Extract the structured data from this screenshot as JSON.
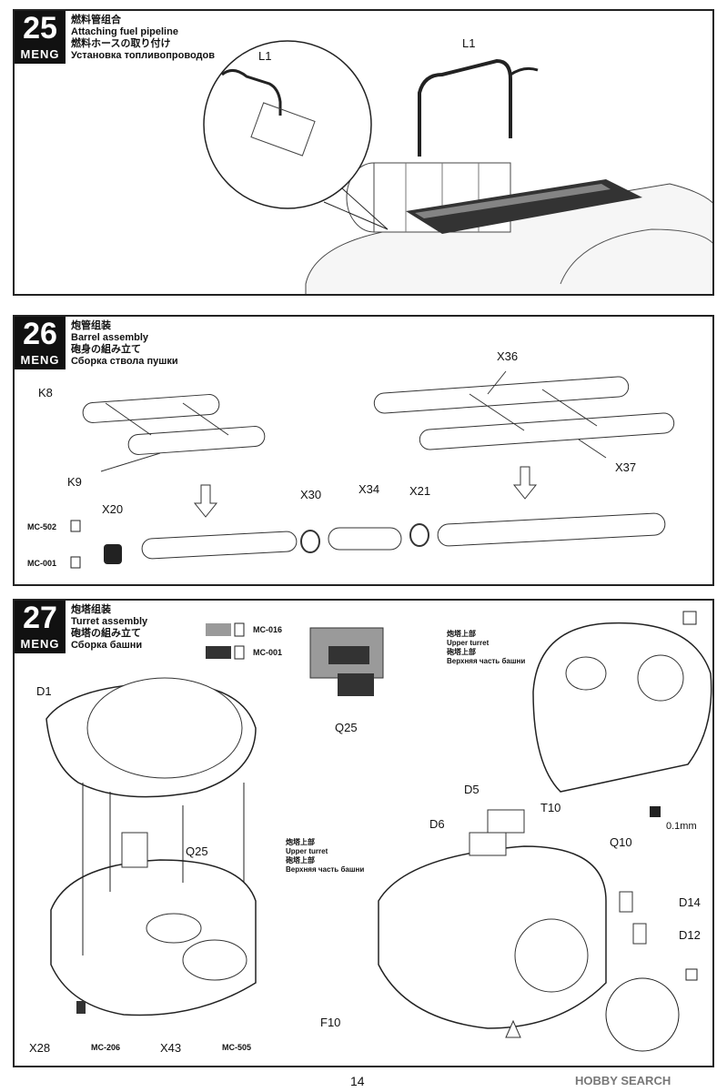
{
  "steps": [
    {
      "number": "25",
      "brand": "MENG",
      "title_cn": "燃料管组合",
      "title_en": "Attaching fuel pipeline",
      "title_jp": "燃料ホースの取り付け",
      "title_ru": "Установка топливопроводов"
    },
    {
      "number": "26",
      "brand": "MENG",
      "title_cn": "炮管组装",
      "title_en": "Barrel assembly",
      "title_jp": "砲身の組み立て",
      "title_ru": "Сборка ствола пушки"
    },
    {
      "number": "27",
      "brand": "MENG",
      "title_cn": "炮塔组装",
      "title_en": "Turret assembly",
      "title_jp": "砲塔の組み立て",
      "title_ru": "Сборка башни"
    }
  ],
  "parts": {
    "l1": "L1",
    "k8": "K8",
    "k9": "K9",
    "x36": "X36",
    "x37": "X37",
    "x20": "X20",
    "x30": "X30",
    "x34": "X34",
    "x21": "X21",
    "q25": "Q25",
    "d1": "D1",
    "d5": "D5",
    "d6": "D6",
    "t10": "T10",
    "q10": "Q10",
    "d14": "D14",
    "d12": "D12",
    "f10": "F10",
    "x28": "X28",
    "x43": "X43"
  },
  "paints": {
    "mc502": "MC-502",
    "mc001": "MC-001",
    "mc016": "MC-016",
    "mc206": "MC-206",
    "mc505": "MC-505",
    "light_grey": "#9a9a9a",
    "dark_grey": "#333333"
  },
  "notes": {
    "upper_turret": {
      "cn": "炮塔上部",
      "en": "Upper turret",
      "jp": "砲塔上部",
      "ru": "Верхняя часть башни"
    },
    "thickness": "0.1mm"
  },
  "footer": {
    "page_number": "14",
    "watermark": "HOBBY SEARCH"
  }
}
